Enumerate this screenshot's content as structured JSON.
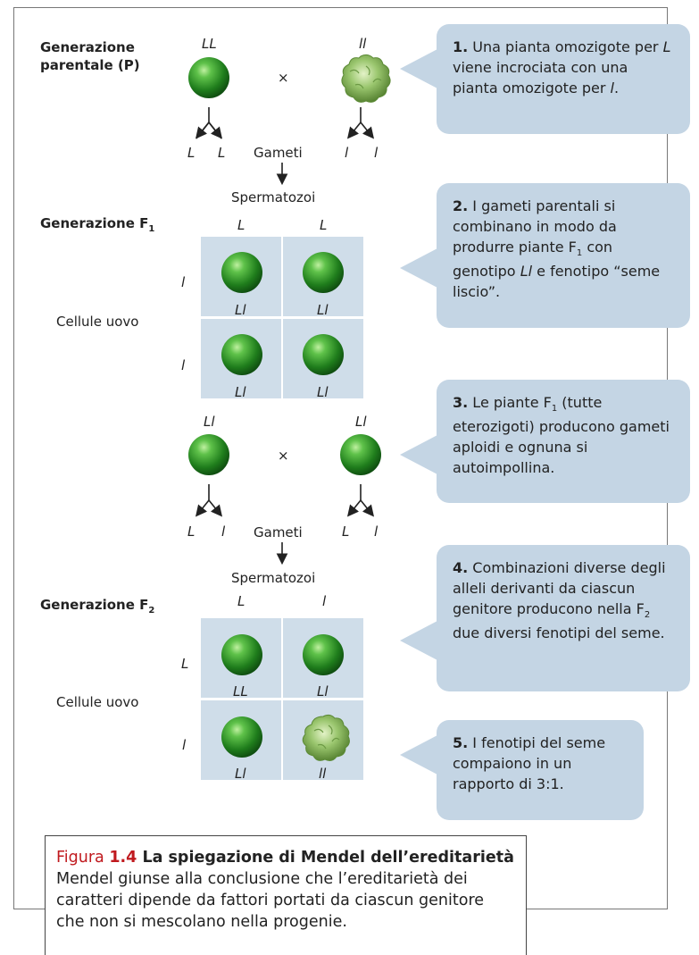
{
  "parental": {
    "label_line1": "Generazione",
    "label_line2": "parentale (P)",
    "left_genotype": "LL",
    "right_genotype": "ll",
    "cross": "×",
    "left_gametes": [
      "L",
      "L"
    ],
    "right_gametes": [
      "l",
      "l"
    ],
    "gametes_label": "Gameti"
  },
  "f1": {
    "label": "Generazione F",
    "label_sub": "1",
    "sperm_label": "Spermatozoi",
    "sperm_alleles": [
      "L",
      "L"
    ],
    "egg_label": "Cellule uovo",
    "egg_alleles": [
      "l",
      "l"
    ],
    "cells": [
      "Ll",
      "Ll",
      "Ll",
      "Ll"
    ]
  },
  "f1_cross": {
    "left_genotype": "Ll",
    "right_genotype": "Ll",
    "cross": "×",
    "left_gametes": [
      "L",
      "l"
    ],
    "right_gametes": [
      "L",
      "l"
    ],
    "gametes_label": "Gameti"
  },
  "f2": {
    "label": "Generazione F",
    "label_sub": "2",
    "sperm_label": "Spermatozoi",
    "sperm_alleles": [
      "L",
      "l"
    ],
    "egg_label": "Cellule uovo",
    "egg_alleles": [
      "L",
      "l"
    ],
    "cells": [
      "LL",
      "Ll",
      "Ll",
      "ll"
    ]
  },
  "callouts": {
    "c1": {
      "num": "1.",
      "t1": " Una pianta omozigote per ",
      "a1": "L",
      "t2": " viene incrociata con una pianta omozigote per ",
      "a2": "l",
      "t3": "."
    },
    "c2": {
      "num": "2.",
      "t1": " I gameti parentali si combinano in modo da produrre piante F",
      "sub": "1",
      "t2": " con genotipo ",
      "a1": "Ll",
      "t3": " e fenotipo “seme liscio”."
    },
    "c3": {
      "num": "3.",
      "t1": " Le piante F",
      "sub": "1",
      "t2": " (tutte eterozigoti) producono gameti aploidi e ognuna si autoimpollina."
    },
    "c4": {
      "num": "4.",
      "t1": " Combinazioni diverse degli alleli derivanti da ciascun genitore producono nella F",
      "sub": "2",
      "t2": " due diversi fenotipi del seme."
    },
    "c5": {
      "num": "5.",
      "t1": " I fenotipi del seme compaiono in un rapporto di 3:1."
    }
  },
  "caption": {
    "fig_word": "Figura ",
    "fig_num": "1.4",
    "fig_title": " La spiegazione di Mendel dell’ereditarietà",
    "body": "Mendel giunse alla conclusione che l’ereditarietà dei caratteri dipende da fattori portati da ciascun genitore che non si mescolano nella progenie."
  },
  "colors": {
    "panel": "#cfdde9",
    "callout": "#c4d5e4",
    "seed_green": "#2f9a2c",
    "accent_red": "#c0191e"
  }
}
